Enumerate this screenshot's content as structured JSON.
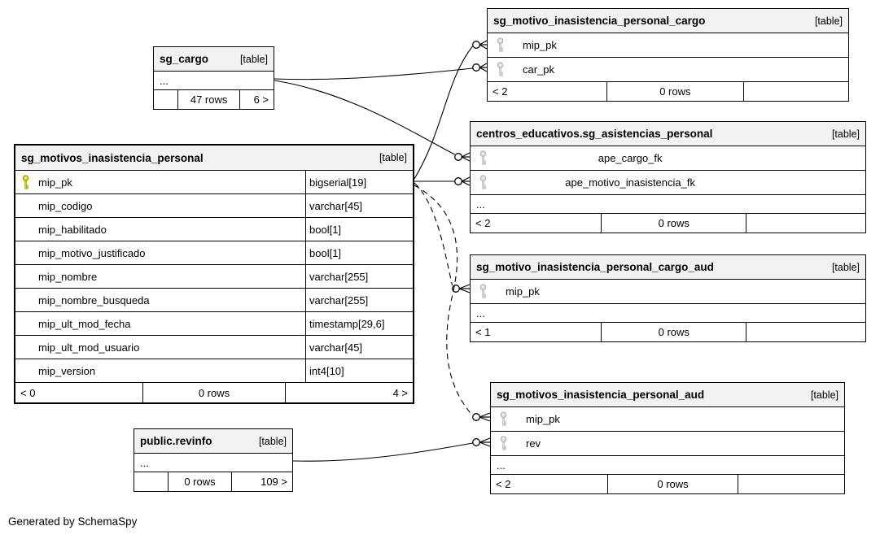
{
  "footer_note": "Generated by SchemaSpy",
  "colors": {
    "header_bg": "#f2f2f2",
    "pk_key_fill": "#d4d400",
    "pk_key_stroke": "#909000",
    "fk_key_fill": "#d9d9d9",
    "fk_key_stroke": "#ababab",
    "line": "#000000"
  },
  "tables": [
    {
      "title": "sg_motivo_inasistencia_personal_cargo",
      "tag": "[table]",
      "columns": [
        {
          "name": "mip_pk",
          "key": "fk"
        },
        {
          "name": "car_pk",
          "key": "fk"
        }
      ],
      "footer": {
        "left": "< 2",
        "center": "0 rows",
        "right": ""
      }
    },
    {
      "title": "sg_cargo",
      "tag": "[table]",
      "columns": [],
      "ellipsis_label": "...",
      "footer": {
        "left": "",
        "center": "47 rows",
        "right": "6 >"
      }
    },
    {
      "title": "centros_educativos.sg_asistencias_personal",
      "tag": "[table]",
      "columns": [
        {
          "name": "ape_cargo_fk",
          "key": "fk"
        },
        {
          "name": "ape_motivo_inasistencia_fk",
          "key": "fk"
        }
      ],
      "ellipsis_label": "...",
      "footer": {
        "left": "< 2",
        "center": "0 rows",
        "right": ""
      }
    },
    {
      "title": "sg_motivos_inasistencia_personal",
      "tag": "[table]",
      "columns": [
        {
          "name": "mip_pk",
          "key": "pk",
          "type": "bigserial[19]"
        },
        {
          "name": "mip_codigo",
          "type": "varchar[45]"
        },
        {
          "name": "mip_habilitado",
          "type": "bool[1]"
        },
        {
          "name": "mip_motivo_justificado",
          "type": "bool[1]"
        },
        {
          "name": "mip_nombre",
          "type": "varchar[255]"
        },
        {
          "name": "mip_nombre_busqueda",
          "type": "varchar[255]"
        },
        {
          "name": "mip_ult_mod_fecha",
          "type": "timestamp[29,6]"
        },
        {
          "name": "mip_ult_mod_usuario",
          "type": "varchar[45]"
        },
        {
          "name": "mip_version",
          "type": "int4[10]"
        }
      ],
      "footer": {
        "left": "< 0",
        "center": "0 rows",
        "right": "4 >"
      }
    },
    {
      "title": "sg_motivo_inasistencia_personal_cargo_aud",
      "tag": "[table]",
      "columns": [
        {
          "name": "mip_pk",
          "key": "fk"
        }
      ],
      "ellipsis_label": "...",
      "footer": {
        "left": "< 1",
        "center": "0 rows",
        "right": ""
      }
    },
    {
      "title": "sg_motivos_inasistencia_personal_aud",
      "tag": "[table]",
      "columns": [
        {
          "name": "mip_pk",
          "key": "fk"
        },
        {
          "name": "rev",
          "key": "fk"
        }
      ],
      "ellipsis_label": "...",
      "footer": {
        "left": "< 2",
        "center": "0 rows",
        "right": ""
      }
    },
    {
      "title": "public.revinfo",
      "tag": "[table]",
      "columns": [],
      "ellipsis_label": "...",
      "footer": {
        "left": "",
        "center": "0 rows",
        "right": "109 >"
      }
    }
  ],
  "relationships": [
    {
      "from": "sg_cargo",
      "to": "sg_motivo_inasistencia_personal_cargo.car_pk",
      "style": "solid"
    },
    {
      "from": "sg_cargo",
      "to": "centros_educativos.sg_asistencias_personal.ape_cargo_fk",
      "style": "solid"
    },
    {
      "from": "sg_motivos_inasistencia_personal.mip_pk",
      "to": "sg_motivo_inasistencia_personal_cargo.mip_pk",
      "style": "solid"
    },
    {
      "from": "sg_motivos_inasistencia_personal.mip_pk",
      "to": "centros_educativos.sg_asistencias_personal.ape_motivo_inasistencia_fk",
      "style": "solid"
    },
    {
      "from": "sg_motivos_inasistencia_personal.mip_pk",
      "to": "sg_motivo_inasistencia_personal_cargo_aud.mip_pk",
      "style": "dashed"
    },
    {
      "from": "sg_motivos_inasistencia_personal.mip_pk",
      "to": "sg_motivos_inasistencia_personal_aud.mip_pk",
      "style": "dashed"
    },
    {
      "from": "public.revinfo",
      "to": "sg_motivos_inasistencia_personal_aud.rev",
      "style": "solid"
    }
  ]
}
